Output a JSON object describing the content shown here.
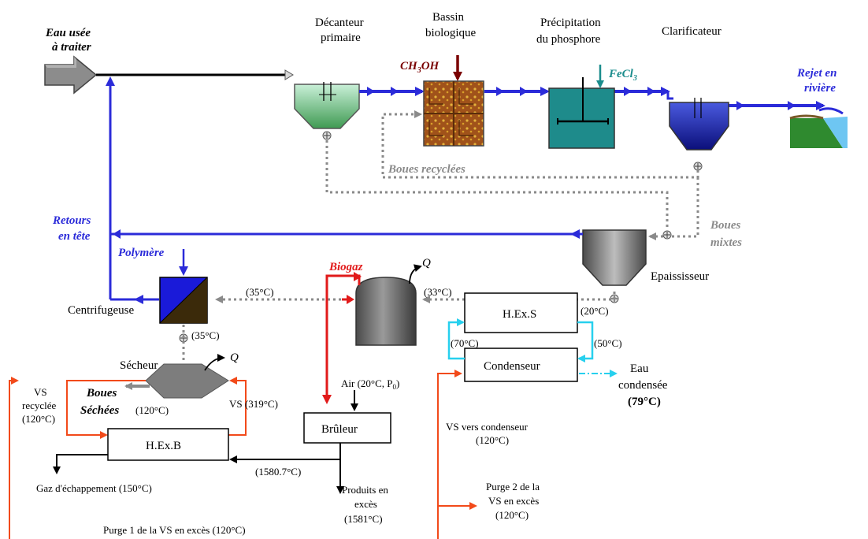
{
  "labels": {
    "eau_usee_1": "Eau usée",
    "eau_usee_2": "à traiter",
    "decanteur_1": "Décanteur",
    "decanteur_2": "primaire",
    "bassin_1": "Bassin",
    "bassin_2": "biologique",
    "precip_1": "Précipitation",
    "precip_2": "du phosphore",
    "clarificateur": "Clarificateur",
    "rejet_1": "Rejet en",
    "rejet_2": "rivière",
    "ch3oh_a": "CH",
    "ch3oh_sub": "3",
    "ch3oh_b": "OH",
    "fecl3_a": "FeCl",
    "fecl3_sub": "3",
    "boues_recyclees": "Boues recyclées",
    "retours_1": "Retours",
    "retours_2": "en tête",
    "boues_mixtes_1": "Boues",
    "boues_mixtes_2": "mixtes",
    "polymere": "Polymère",
    "biogaz": "Biogaz",
    "q_digester": "Q",
    "epaississeur": "Epaississeur",
    "centrifugeuse": "Centrifugeuse",
    "t35_a": "(35°C)",
    "t33": "(33°C)",
    "t20": "(20°C)",
    "hexs": "H.Ex.S",
    "t35_b": "(35°C)",
    "t70": "(70°C)",
    "t50": "(50°C)",
    "condenseur": "Condenseur",
    "eau_cond_1": "Eau",
    "eau_cond_2": "condensée",
    "eau_cond_3": "(79°C)",
    "secheur": "Sécheur",
    "q_secheur": "Q",
    "vs_rec_1": "VS",
    "vs_rec_2": "recyclée",
    "vs_rec_3": "(120°C)",
    "boues_seches_1": "Boues",
    "boues_seches_2": "Séchées",
    "t120_seches": "(120°C)",
    "vs319": "VS (319°C)",
    "air_a": "Air  (20°C, P",
    "air_sub": "0",
    "air_b": ")",
    "bruleur": "Brûleur",
    "vs_cond_1": "VS vers condenseur",
    "vs_cond_2": "(120°C)",
    "hexb": "H.Ex.B",
    "t1580": "(1580.7°C)",
    "gaz_ech": "Gaz  d'échappement (150°C)",
    "produits_1": "Produits en",
    "produits_2": "excès",
    "produits_3": "(1581°C)",
    "purge2_1": "Purge 2 de la",
    "purge2_2": "VS en excès",
    "purge2_3": "(120°C)",
    "purge1": "Purge 1 de la VS en excès (120°C)"
  },
  "colors": {
    "water_blue": "#2b2bd9",
    "sludge_gray": "#8a8a8a",
    "biogas_red": "#e11a1a",
    "vapor_orange": "#f24a1a",
    "cyan": "#27d0ee",
    "ch3oh_brown": "#7a0000",
    "fecl3_teal": "#1a8c8c"
  }
}
